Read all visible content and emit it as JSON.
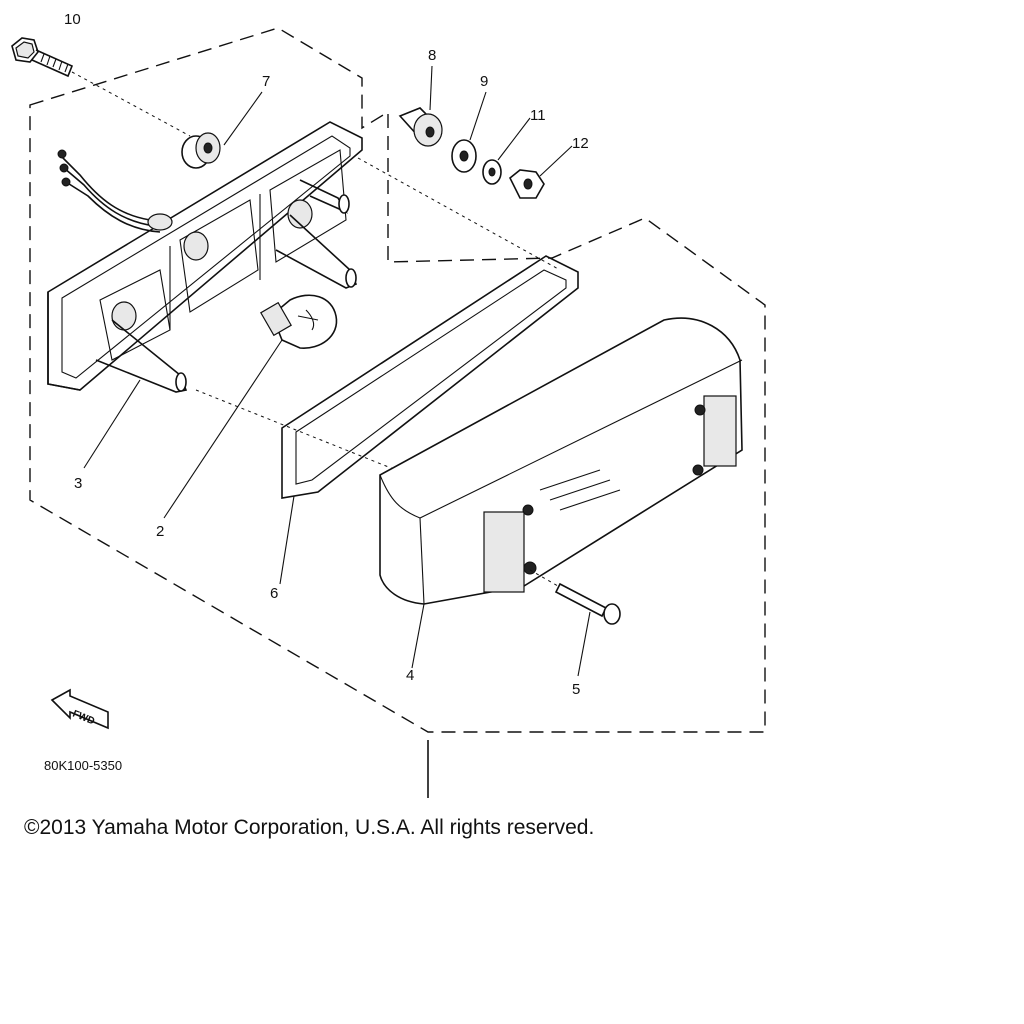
{
  "labels": {
    "p1": "10",
    "p2": "7",
    "p3": "8",
    "p4": "9",
    "p5": "11",
    "p6": "12",
    "p7": "3",
    "p8": "2",
    "p9": "6",
    "p10": "4",
    "p11": "5"
  },
  "fwd_label": "FWD",
  "part_code": "80K100-5350",
  "copyright": "©2013 Yamaha Motor Corporation, U.S.A. All rights reserved."
}
